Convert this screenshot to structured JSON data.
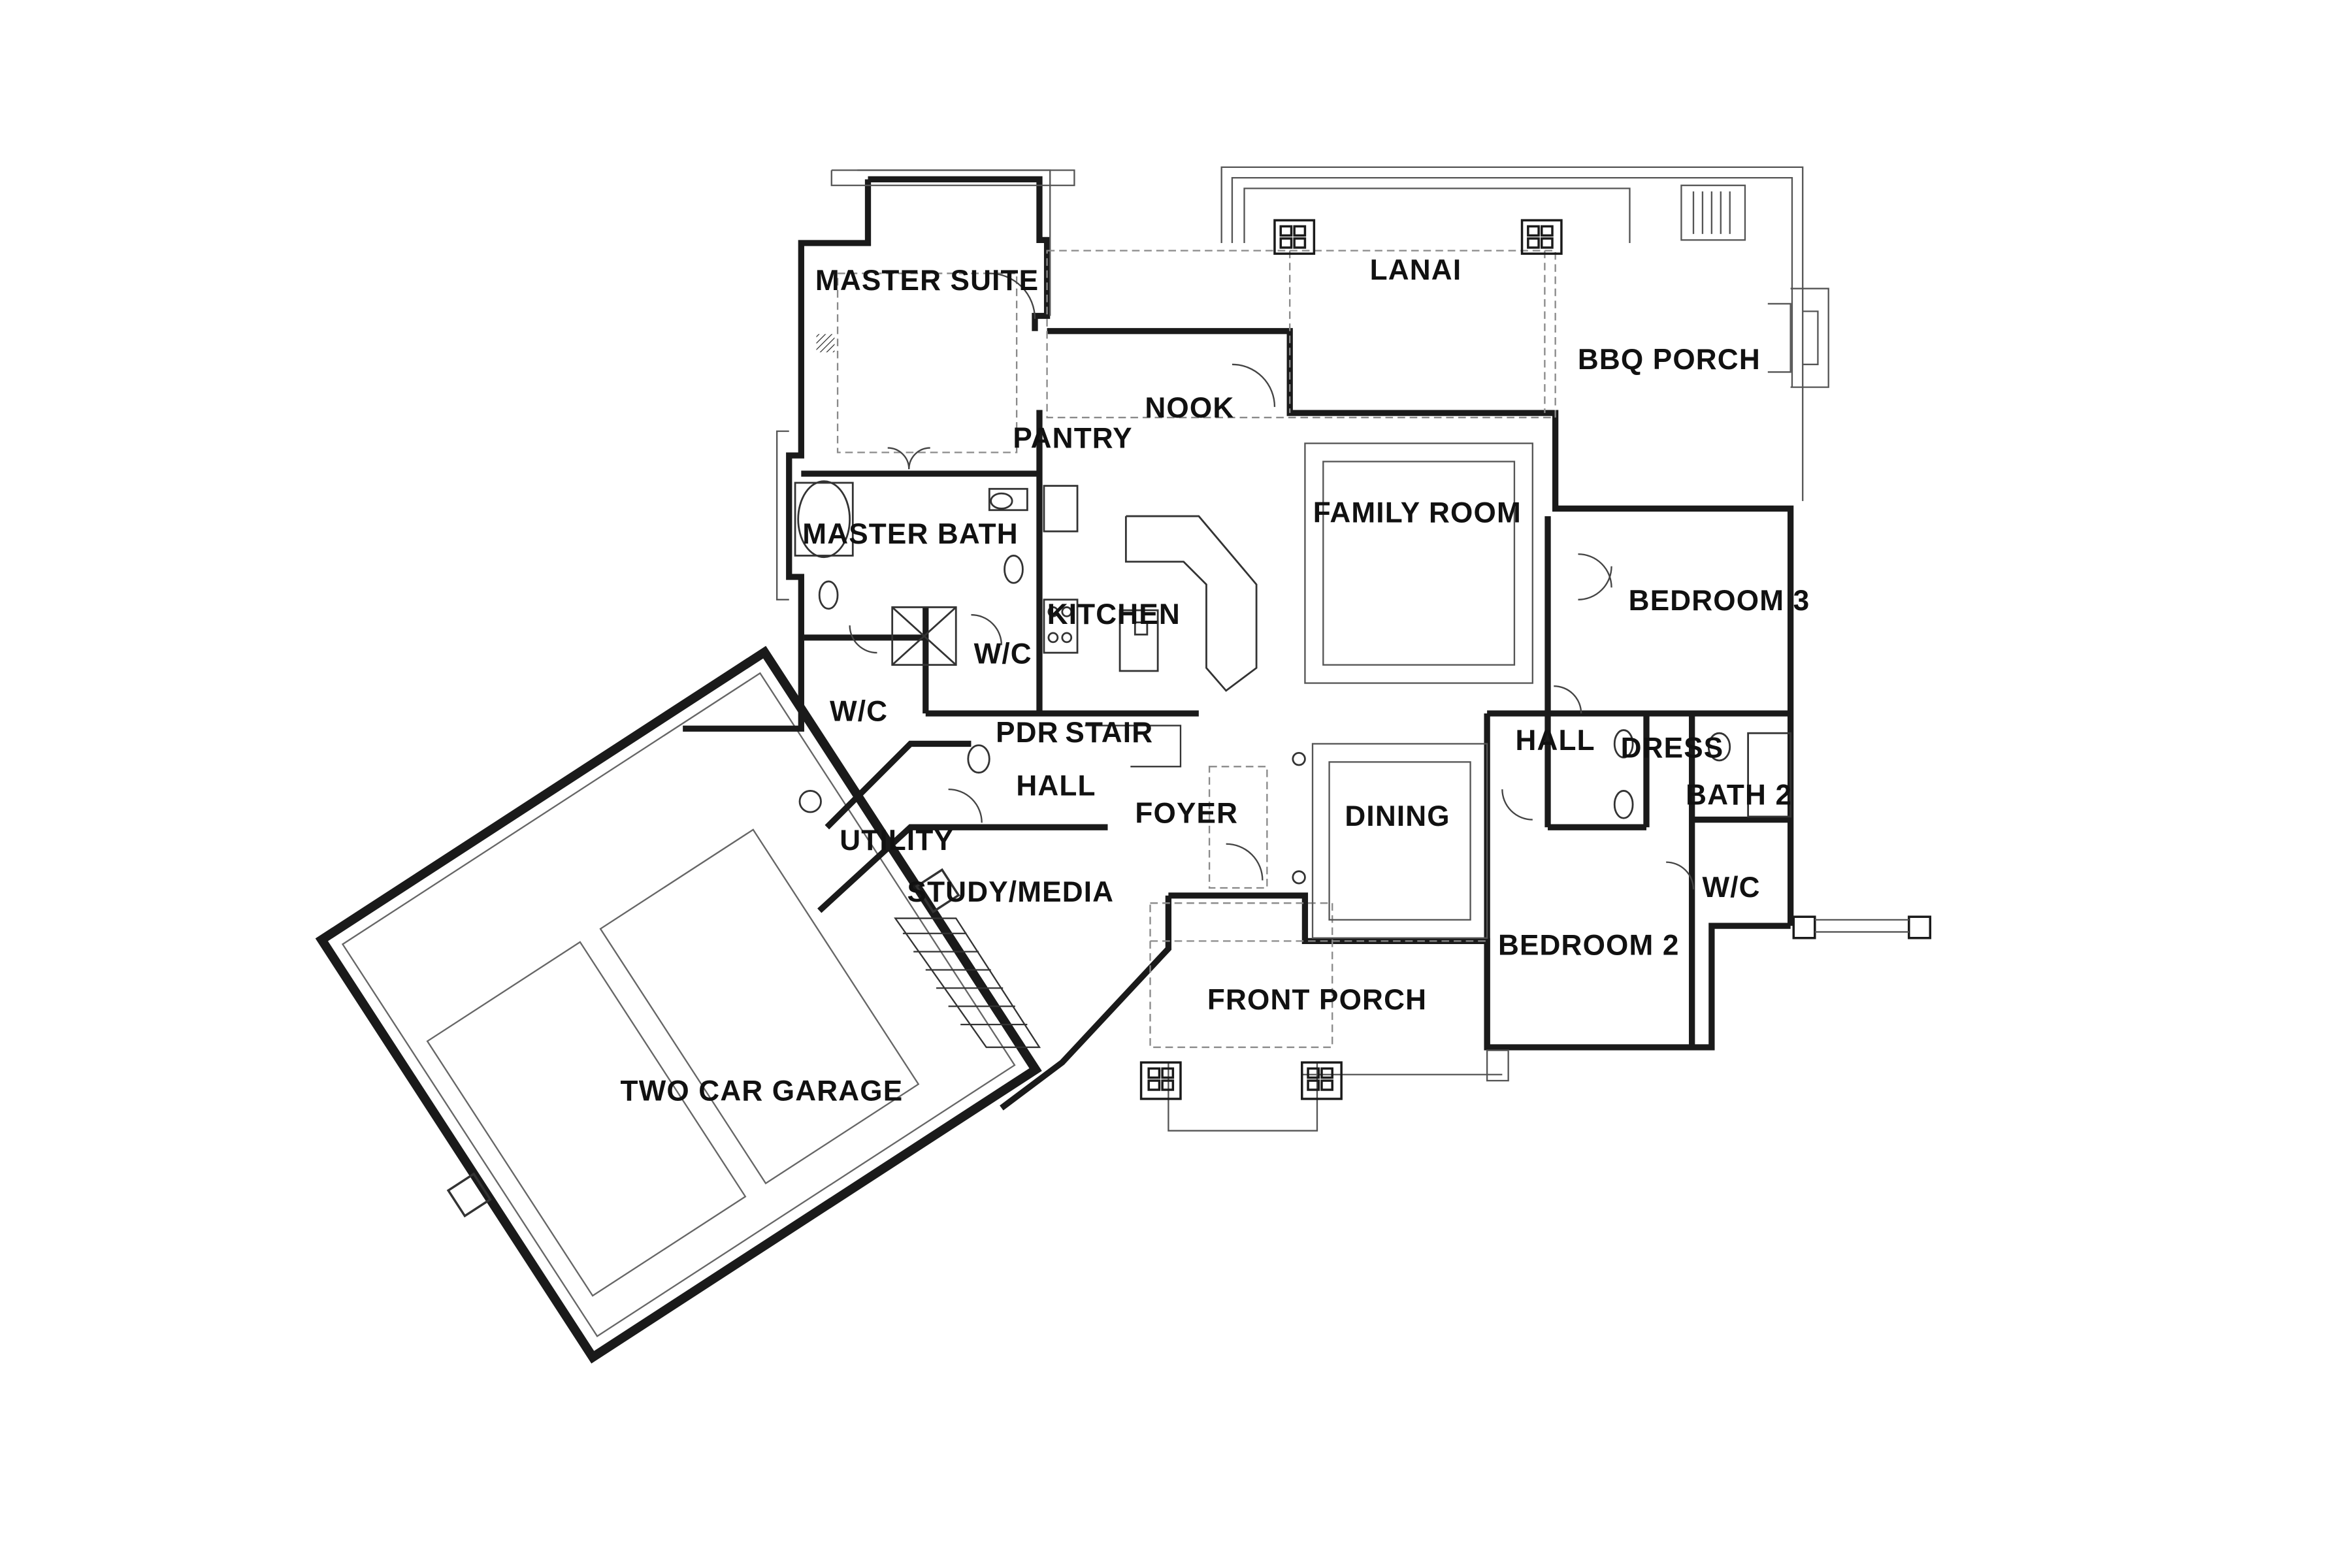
{
  "rooms": {
    "master_suite": "MASTER SUITE",
    "lanai": "LANAI",
    "bbq_porch": "BBQ PORCH",
    "nook": "NOOK",
    "pantry": "PANTRY",
    "master_bath": "MASTER BATH",
    "family_room": "FAMILY ROOM",
    "bedroom_3": "BEDROOM 3",
    "kitchen": "KITCHEN",
    "wic_master_bath": "W/C",
    "wic_master": "W/C",
    "pdr": "PDR",
    "stair": "STAIR",
    "hall_west": "HALL",
    "hall_east": "HALL",
    "dress": "DRESS",
    "bath_2": "BATH 2",
    "utility": "UTILITY",
    "foyer": "FOYER",
    "dining": "DINING",
    "study_media": "STUDY/MEDIA",
    "wic_bedroom_2": "W/C",
    "bedroom_2": "BEDROOM 2",
    "front_porch": "FRONT PORCH",
    "two_car_garage": "TWO CAR GARAGE"
  },
  "colors": {
    "wall": "#1a1a1a",
    "thin_line": "#555555",
    "dashed_line": "#8a8a8a",
    "background": "#ffffff"
  }
}
